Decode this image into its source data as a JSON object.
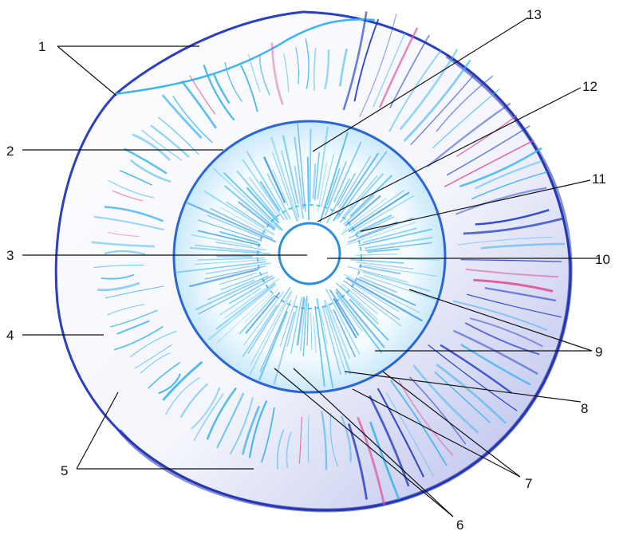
{
  "figure": {
    "colors": {
      "outline": "#2a3fc4",
      "vessel_light": "#3cb4ee",
      "vessel_dark": "#1f3cc8",
      "vessel_pink": "#e0559c",
      "leader": "#111111",
      "background": "#ffffff"
    },
    "labels": [
      "1",
      "2",
      "3",
      "4",
      "5",
      "6",
      "7",
      "8",
      "9",
      "10",
      "11",
      "12",
      "13"
    ]
  }
}
